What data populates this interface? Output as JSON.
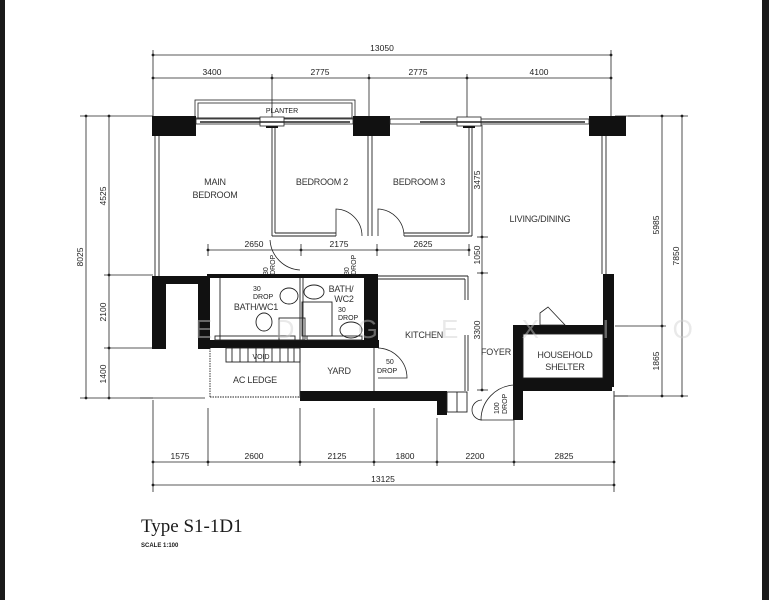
{
  "plan": {
    "title": "Type S1-1D1",
    "scale": "SCALE 1:100",
    "watermark": "E D G E X I O",
    "colors": {
      "wall": "#111111",
      "line": "#222222",
      "background": "#ffffff",
      "frame": "#1a1a1a"
    }
  },
  "dimensions": {
    "top_total": "13050",
    "top": [
      "3400",
      "2775",
      "2775",
      "4100"
    ],
    "bottom_total": "13125",
    "bottom": [
      "1575",
      "2600",
      "2125",
      "1800",
      "2200",
      "2825"
    ],
    "left_total": "8025",
    "left": [
      "4525",
      "2100",
      "1400"
    ],
    "right_total": "7850",
    "right": [
      "5985",
      "1865"
    ],
    "inner_horizontal": [
      "2650",
      "2175",
      "2625"
    ],
    "inner_vertical": [
      "3475",
      "1050",
      "3300"
    ]
  },
  "rooms": {
    "main_bedroom": [
      "MAIN",
      "BEDROOM"
    ],
    "bedroom2": "BEDROOM 2",
    "bedroom3": "BEDROOM 3",
    "living_dining": "LIVING/DINING",
    "bath_wc1": "BATH/WC1",
    "bath_wc2": [
      "BATH/",
      "WC2"
    ],
    "kitchen": "KITCHEN",
    "foyer": "FOYER",
    "household_shelter": [
      "HOUSEHOLD",
      "SHELTER"
    ],
    "yard": "YARD",
    "ac_ledge": "AC LEDGE",
    "void": "VOID",
    "planter": "PLANTER"
  },
  "drops": {
    "d30": "30",
    "d50": "50",
    "d100": "100",
    "drop": "DROP"
  }
}
